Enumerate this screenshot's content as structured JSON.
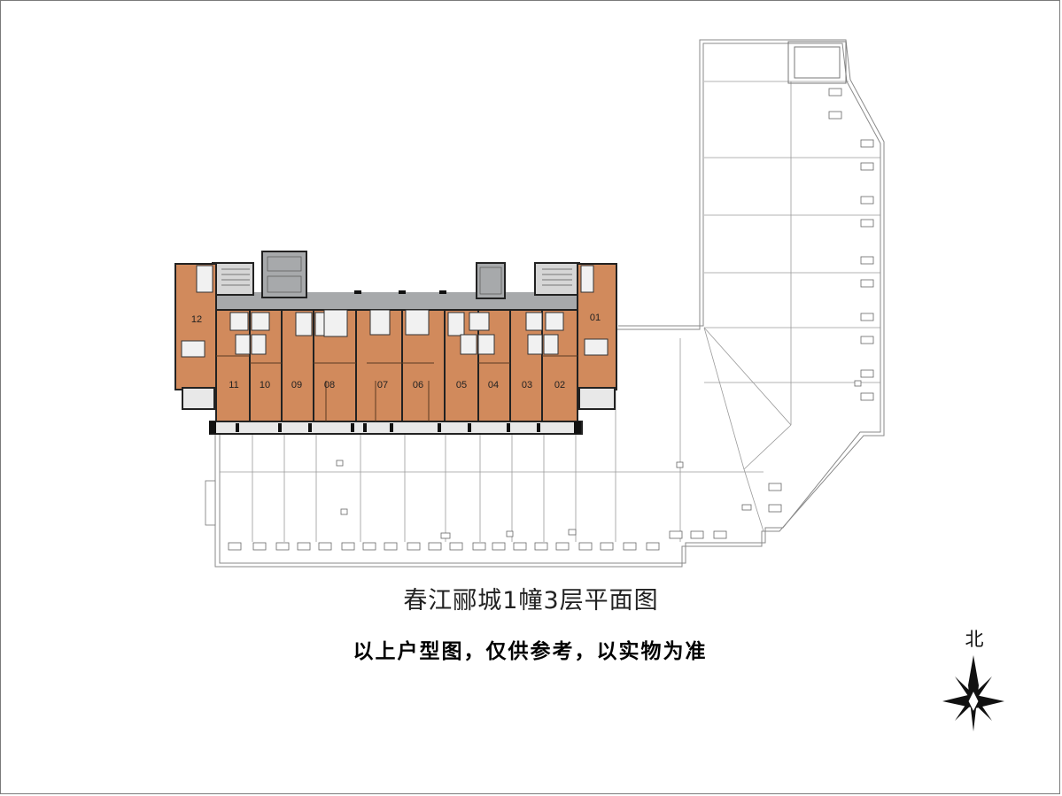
{
  "title": "春江郦城1幢3层平面图",
  "disclaimer": "以上户型图，仅供参考，以实物为准",
  "north_label": "北",
  "units": [
    "12",
    "11",
    "10",
    "09",
    "08",
    "07",
    "06",
    "05",
    "04",
    "03",
    "02",
    "01"
  ],
  "colors": {
    "unit_fill": "#d18a5c",
    "corridor_fill": "#a7a9ab",
    "wall": "#222222",
    "line": "#8a8a8a"
  }
}
